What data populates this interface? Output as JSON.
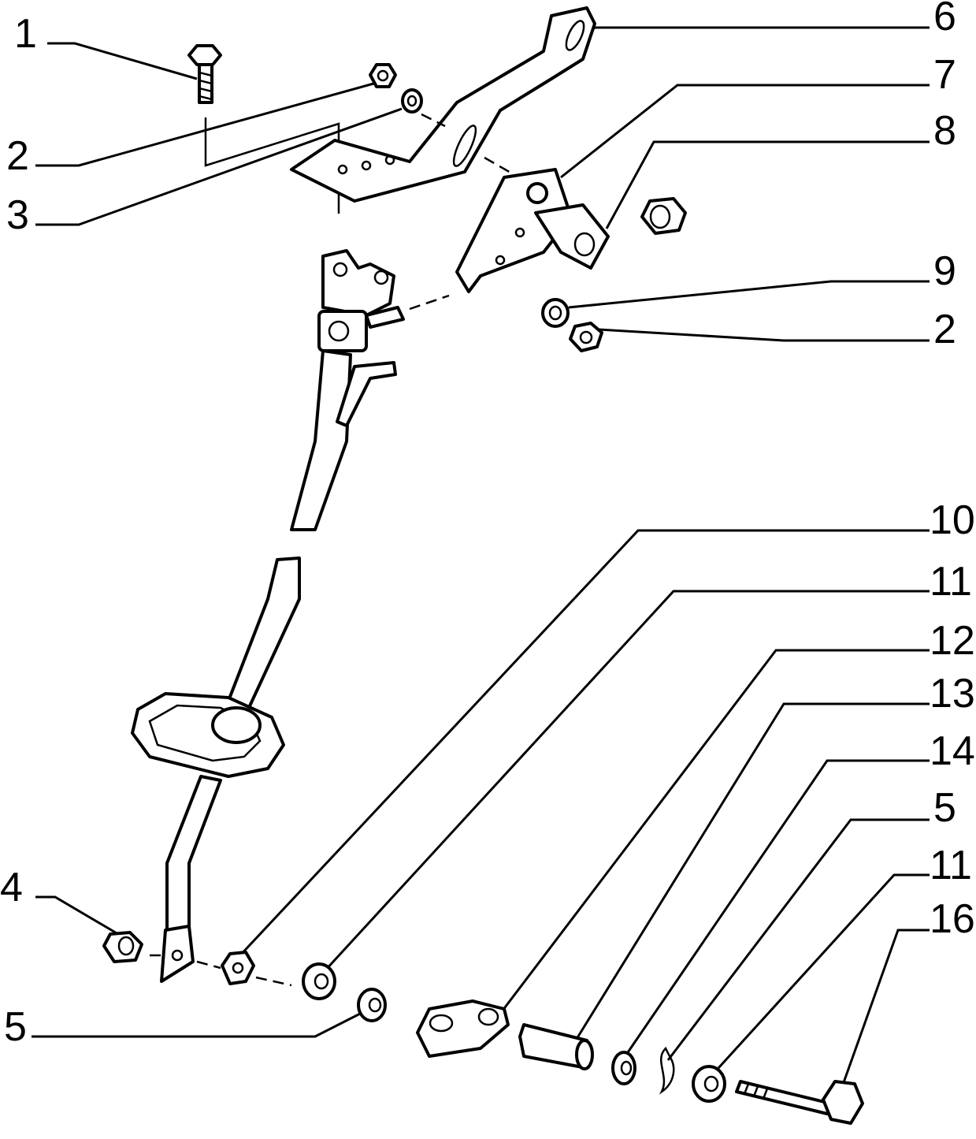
{
  "callouts": {
    "c1": "1",
    "c2a": "2",
    "c3": "3",
    "c6": "6",
    "c7": "7",
    "c8": "8",
    "c9": "9",
    "c2b": "2",
    "c10": "10",
    "c11a": "11",
    "c12": "12",
    "c13": "13",
    "c14": "14",
    "c5a": "5",
    "c11b": "11",
    "c16": "16",
    "c4": "4",
    "c5b": "5"
  }
}
